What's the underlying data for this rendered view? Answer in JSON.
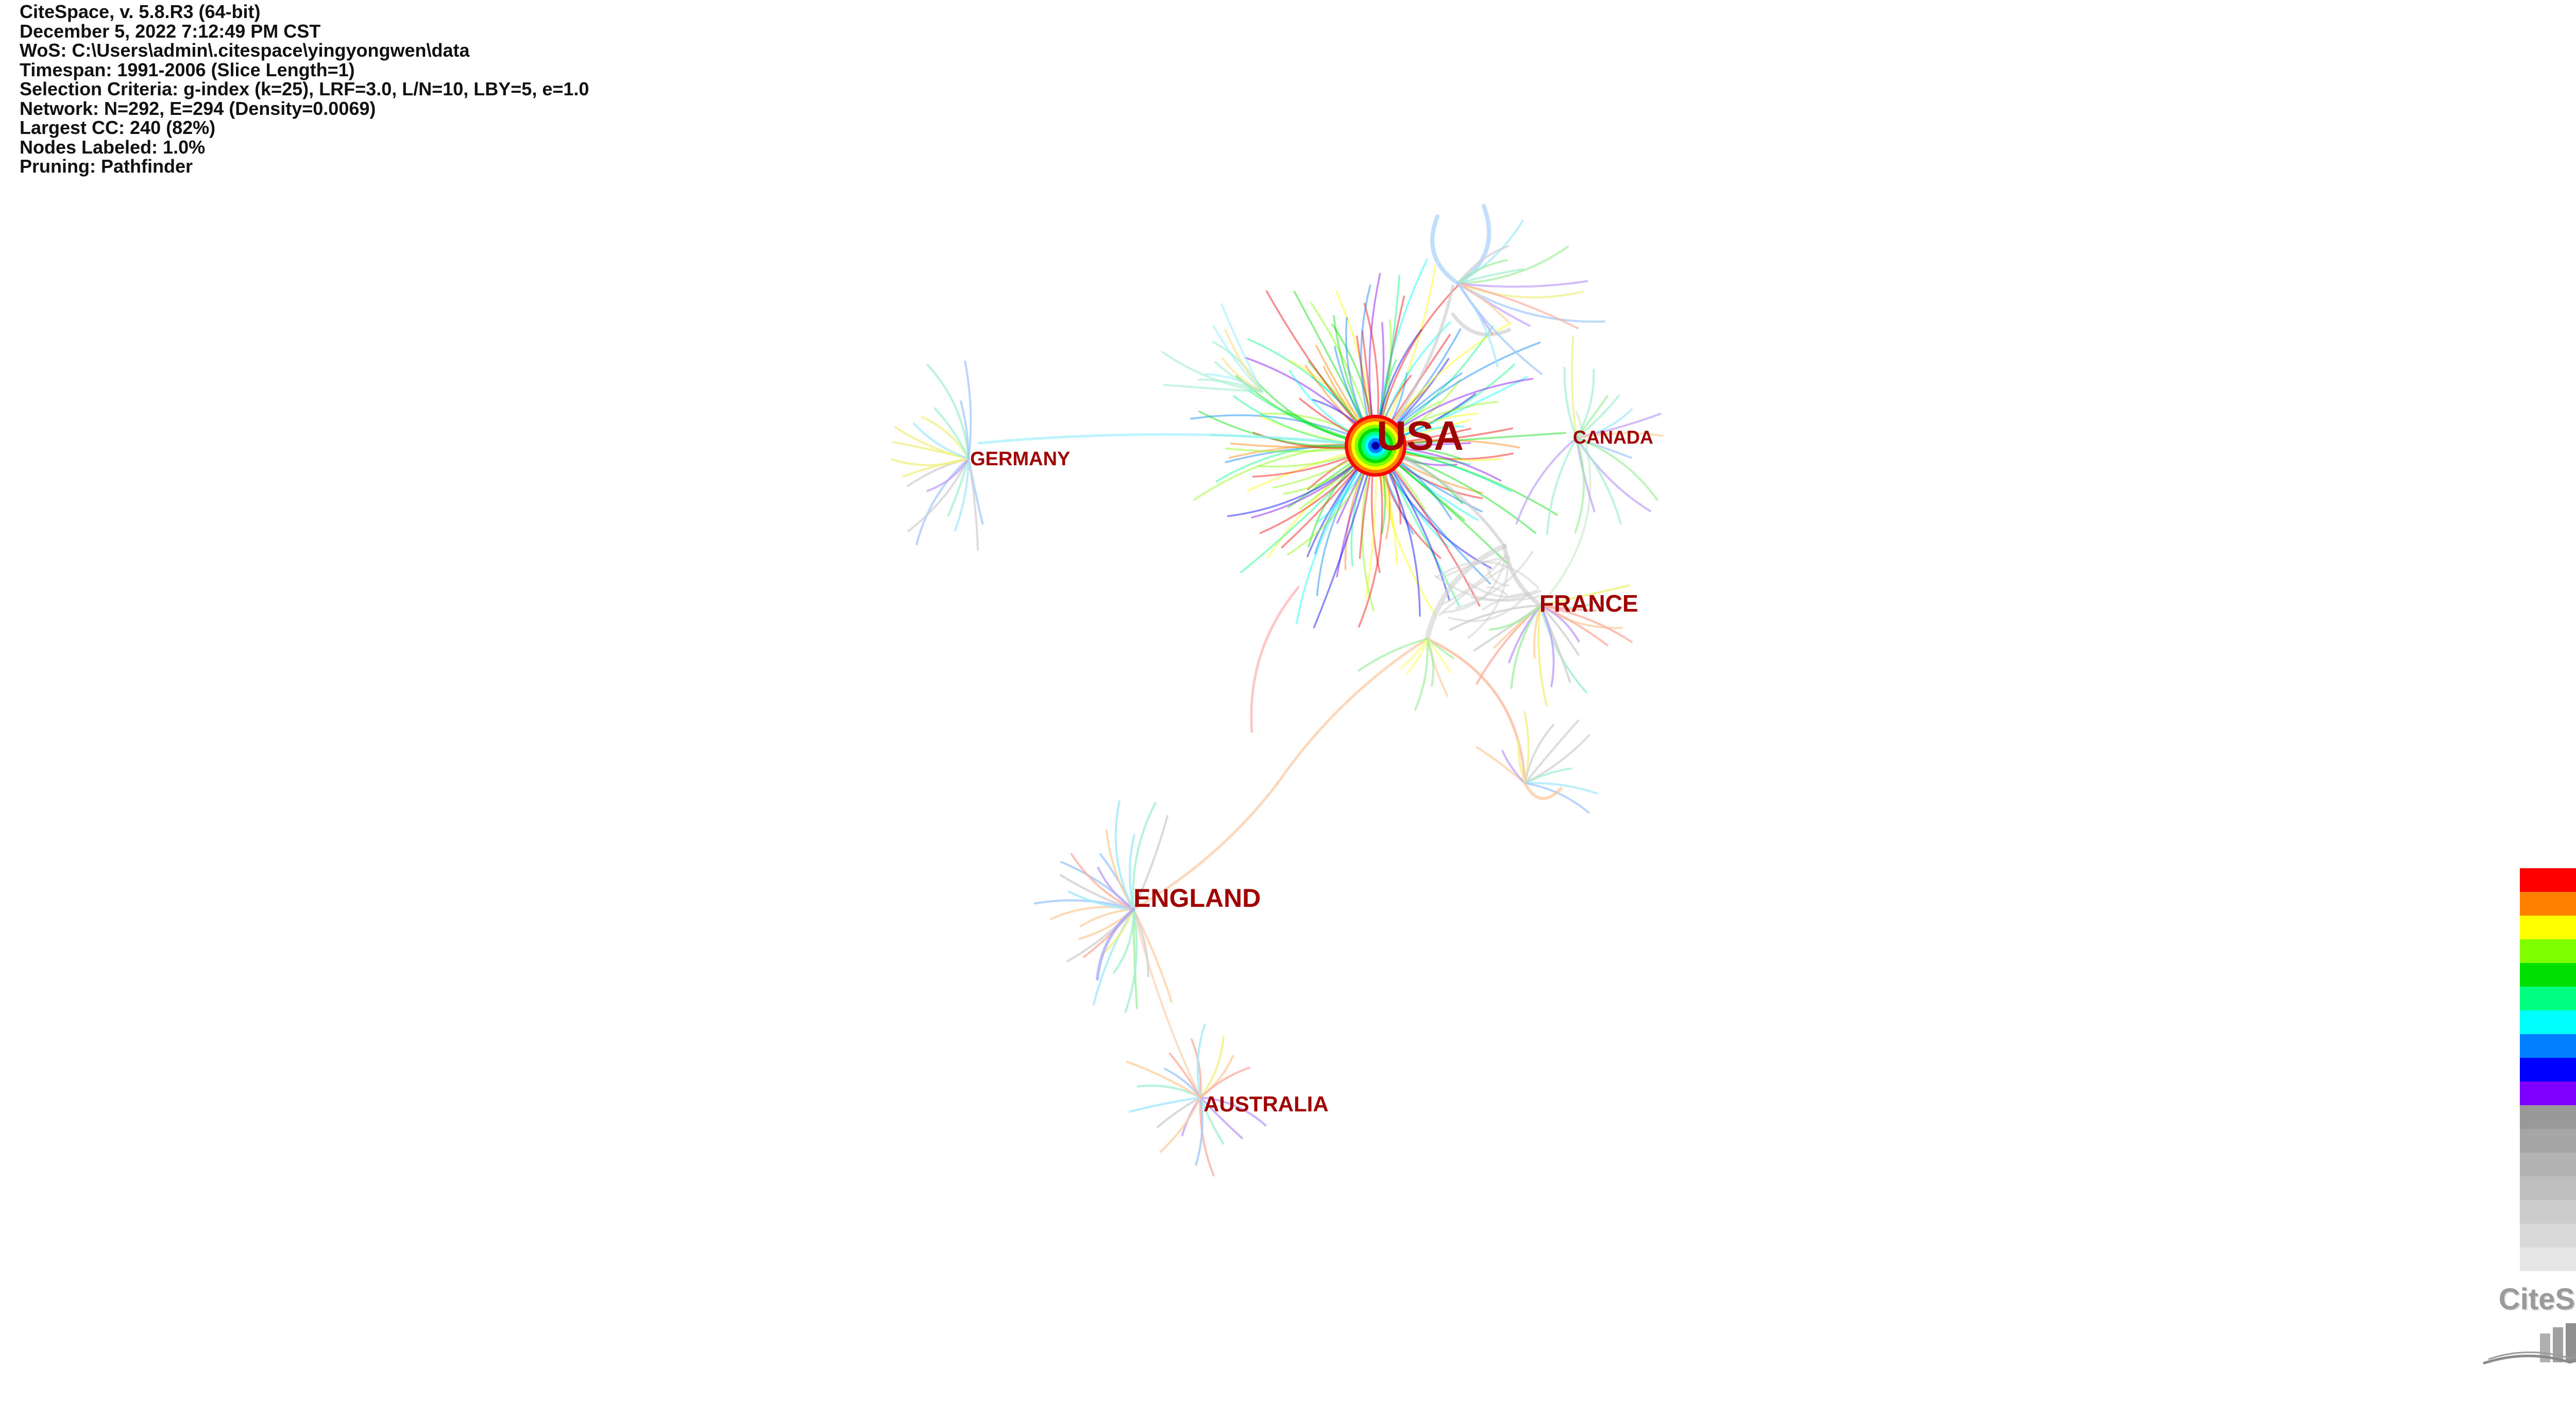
{
  "header": {
    "lines": [
      "CiteSpace, v. 5.8.R3 (64-bit)",
      "December 5, 2022 7:12:49 PM CST",
      "WoS: C:\\Users\\admin\\.citespace\\yingyongwen\\data",
      "Timespan: 1991-2006 (Slice Length=1)",
      "Selection Criteria: g-index (k=25), LRF=3.0, L/N=10, LBY=5, e=1.0",
      "Network: N=292, E=294 (Density=0.0069)",
      "Largest CC: 240 (82%)",
      "Nodes Labeled: 1.0%",
      "Pruning: Pathfinder"
    ]
  },
  "nodes": [
    {
      "label": "USA"
    },
    {
      "label": "GERMANY"
    },
    {
      "label": "CANADA"
    },
    {
      "label": "FRANCE"
    },
    {
      "label": "ENGLAND"
    },
    {
      "label": "AUSTRALIA"
    }
  ],
  "legend": {
    "colors": [
      "#ff0000",
      "#ff8000",
      "#ffff00",
      "#80ff00",
      "#00e000",
      "#00ff80",
      "#00ffff",
      "#0080ff",
      "#0000ff",
      "#8000ff",
      "#999999",
      "#a6a6a6",
      "#b3b3b3",
      "#bfbfbf",
      "#cccccc",
      "#d9d9d9",
      "#e6e6e6"
    ]
  },
  "logo": {
    "text": "CiteSpace"
  }
}
